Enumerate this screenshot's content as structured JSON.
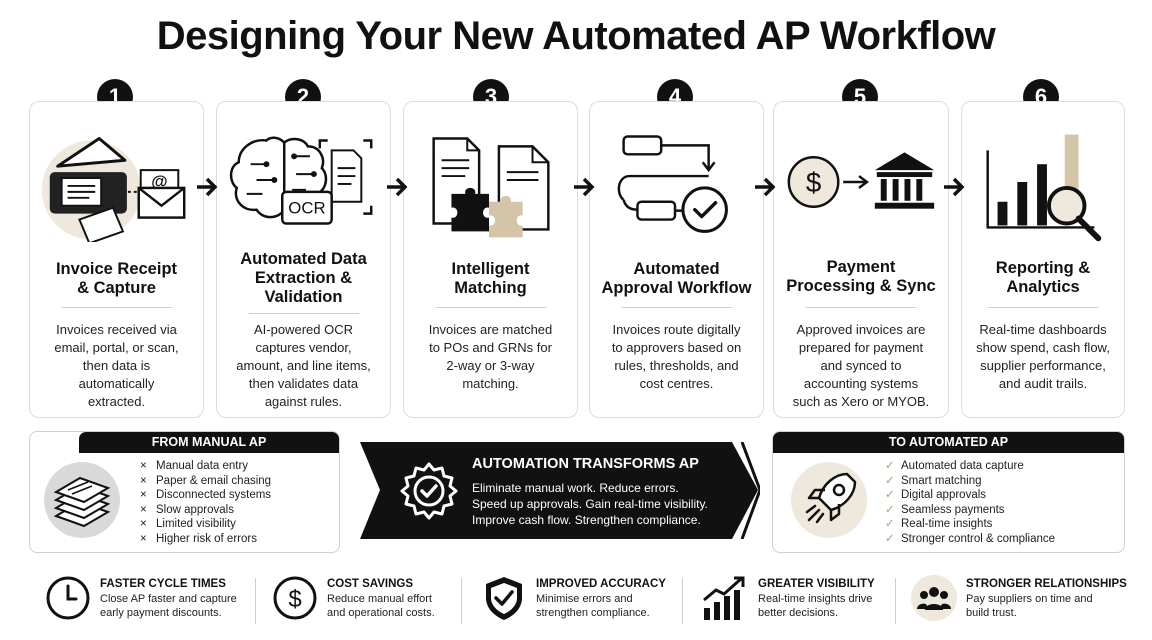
{
  "title": "Designing Your New Automated AP Workflow",
  "steps": [
    {
      "num": "1",
      "title_lines": [
        "Invoice Receipt",
        "& Capture"
      ],
      "desc_lines": [
        "Invoices received via",
        "email, portal, or scan,",
        "then data is",
        "automatically",
        "extracted."
      ],
      "icon": "scanner-email-icon"
    },
    {
      "num": "2",
      "title_lines": [
        "Automated Data",
        "Extraction &",
        "Validation"
      ],
      "desc_lines": [
        "AI-powered OCR",
        "captures vendor,",
        "amount, and line items,",
        "then validates data",
        "against rules."
      ],
      "icon": "brain-ocr-icon",
      "ocr_label": "OCR"
    },
    {
      "num": "3",
      "title_lines": [
        "Intelligent",
        "Matching"
      ],
      "desc_lines": [
        "Invoices are matched",
        "to POs and GRNs for",
        "2-way or 3-way",
        "matching."
      ],
      "icon": "puzzle-documents-icon"
    },
    {
      "num": "4",
      "title_lines": [
        "Automated",
        "Approval Workflow"
      ],
      "desc_lines": [
        "Invoices route digitally",
        "to approvers based on",
        "rules, thresholds, and",
        "cost centres."
      ],
      "icon": "workflow-check-icon"
    },
    {
      "num": "5",
      "title_lines": [
        "Payment",
        "Processing & Sync"
      ],
      "desc_lines": [
        "Approved invoices are",
        "prepared for payment",
        "and synced to",
        "accounting systems",
        "such as Xero or MYOB."
      ],
      "icon": "dollar-bank-icon",
      "dollar_label": "$"
    },
    {
      "num": "6",
      "title_lines": [
        "Reporting &",
        "Analytics"
      ],
      "desc_lines": [
        "Real-time dashboards",
        "show spend, cash flow,",
        "supplier performance,",
        "and audit trails."
      ],
      "icon": "bar-chart-magnifier-icon"
    }
  ],
  "from_panel": {
    "heading": "FROM MANUAL AP",
    "marker": "×",
    "items": [
      "Manual data entry",
      "Paper & email chasing",
      "Disconnected systems",
      "Slow approvals",
      "Limited visibility",
      "Higher risk of errors"
    ]
  },
  "banner": {
    "title": "AUTOMATION TRANSFORMS AP",
    "lines": [
      "Eliminate manual work. Reduce errors.",
      "Speed up approvals. Gain real-time visibility.",
      "Improve cash flow. Strengthen compliance."
    ]
  },
  "to_panel": {
    "heading": "TO AUTOMATED AP",
    "marker": "✓",
    "items": [
      "Automated data capture",
      "Smart matching",
      "Digital approvals",
      "Seamless payments",
      "Real-time insights",
      "Stronger control & compliance"
    ]
  },
  "benefits": [
    {
      "title": "FASTER CYCLE TIMES",
      "desc_lines": [
        "Close AP faster and capture",
        "early payment discounts."
      ],
      "icon": "clock-icon"
    },
    {
      "title": "COST SAVINGS",
      "desc_lines": [
        "Reduce manual effort",
        "and operational costs."
      ],
      "icon": "dollar-icon",
      "symbol": "$"
    },
    {
      "title": "IMPROVED ACCURACY",
      "desc_lines": [
        "Minimise errors and",
        "strengthen compliance."
      ],
      "icon": "shield-check-icon"
    },
    {
      "title": "GREATER VISIBILITY",
      "desc_lines": [
        "Real-time insights drive",
        "better decisions."
      ],
      "icon": "growth-chart-icon"
    },
    {
      "title": "STRONGER RELATIONSHIPS",
      "desc_lines": [
        "Pay suppliers on time and",
        "build trust."
      ],
      "icon": "people-icon"
    }
  ],
  "colors": {
    "accent_beige": "#d4c4a8",
    "beige_light": "#efe8dc",
    "text": "#111111",
    "check": "#b29a6e",
    "banner": "#111111"
  }
}
